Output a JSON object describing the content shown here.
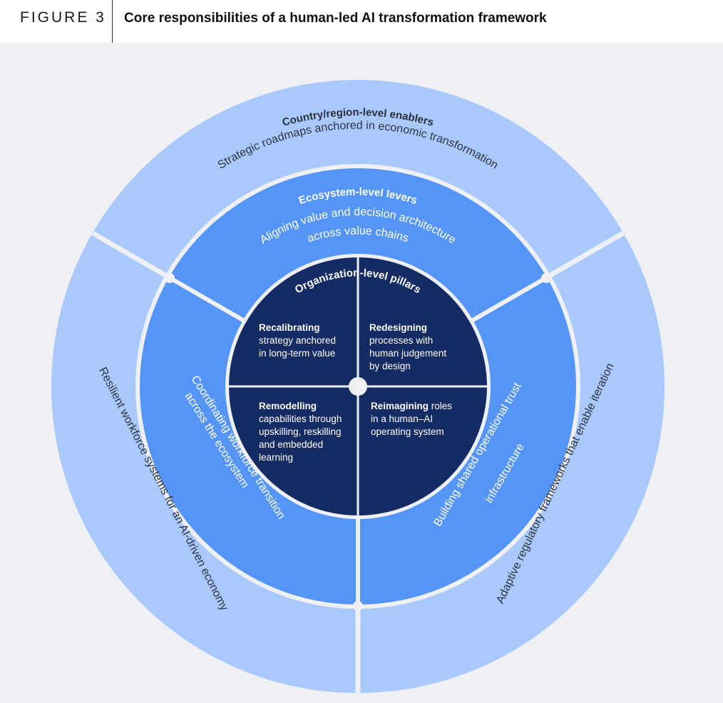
{
  "header": {
    "figure_label": "FIGURE 3",
    "title": "Core responsibilities of a human-led AI transformation framework"
  },
  "colors": {
    "outer_ring": "#a9c8fb",
    "middle_ring": "#5595f7",
    "inner_circle": "#142c63",
    "panel_background": "#eef0f4"
  },
  "outer_ring": {
    "top_heading": "Country/region-level enablers",
    "top_text": "Strategic roadmaps anchored in economic transformation",
    "left_text": "Resilient workforce systems for an AI-driven economy",
    "right_text": "Adaptive regulatory frameworks that enable iteration"
  },
  "middle_ring": {
    "top_heading": "Ecosystem-level levers",
    "top_text_line1": "Aligning value and decision architecture",
    "top_text_line2": "across value chains",
    "left_text_line1": "Coordinating workforce transition",
    "left_text_line2": "across the ecosystem",
    "right_text_line1": "Building shared operational trust",
    "right_text_line2": "infrastructure"
  },
  "inner_circle": {
    "heading": "Organization-level pillars",
    "quadrants": {
      "top_left": {
        "bold": "Recalibrating",
        "lines": [
          "strategy anchored",
          "in long-term value"
        ]
      },
      "top_right": {
        "bold": "Redesigning",
        "lines": [
          "processes with",
          "human judgement",
          "by design"
        ]
      },
      "bottom_left": {
        "bold": "Remodelling",
        "lines": [
          "capabilities through",
          "upskilling, reskilling",
          "and embedded",
          "learning"
        ]
      },
      "bottom_right": {
        "bold": "Reimagining",
        "first_line_rest": " roles",
        "lines": [
          "in a human–AI",
          "operating system"
        ]
      }
    }
  }
}
